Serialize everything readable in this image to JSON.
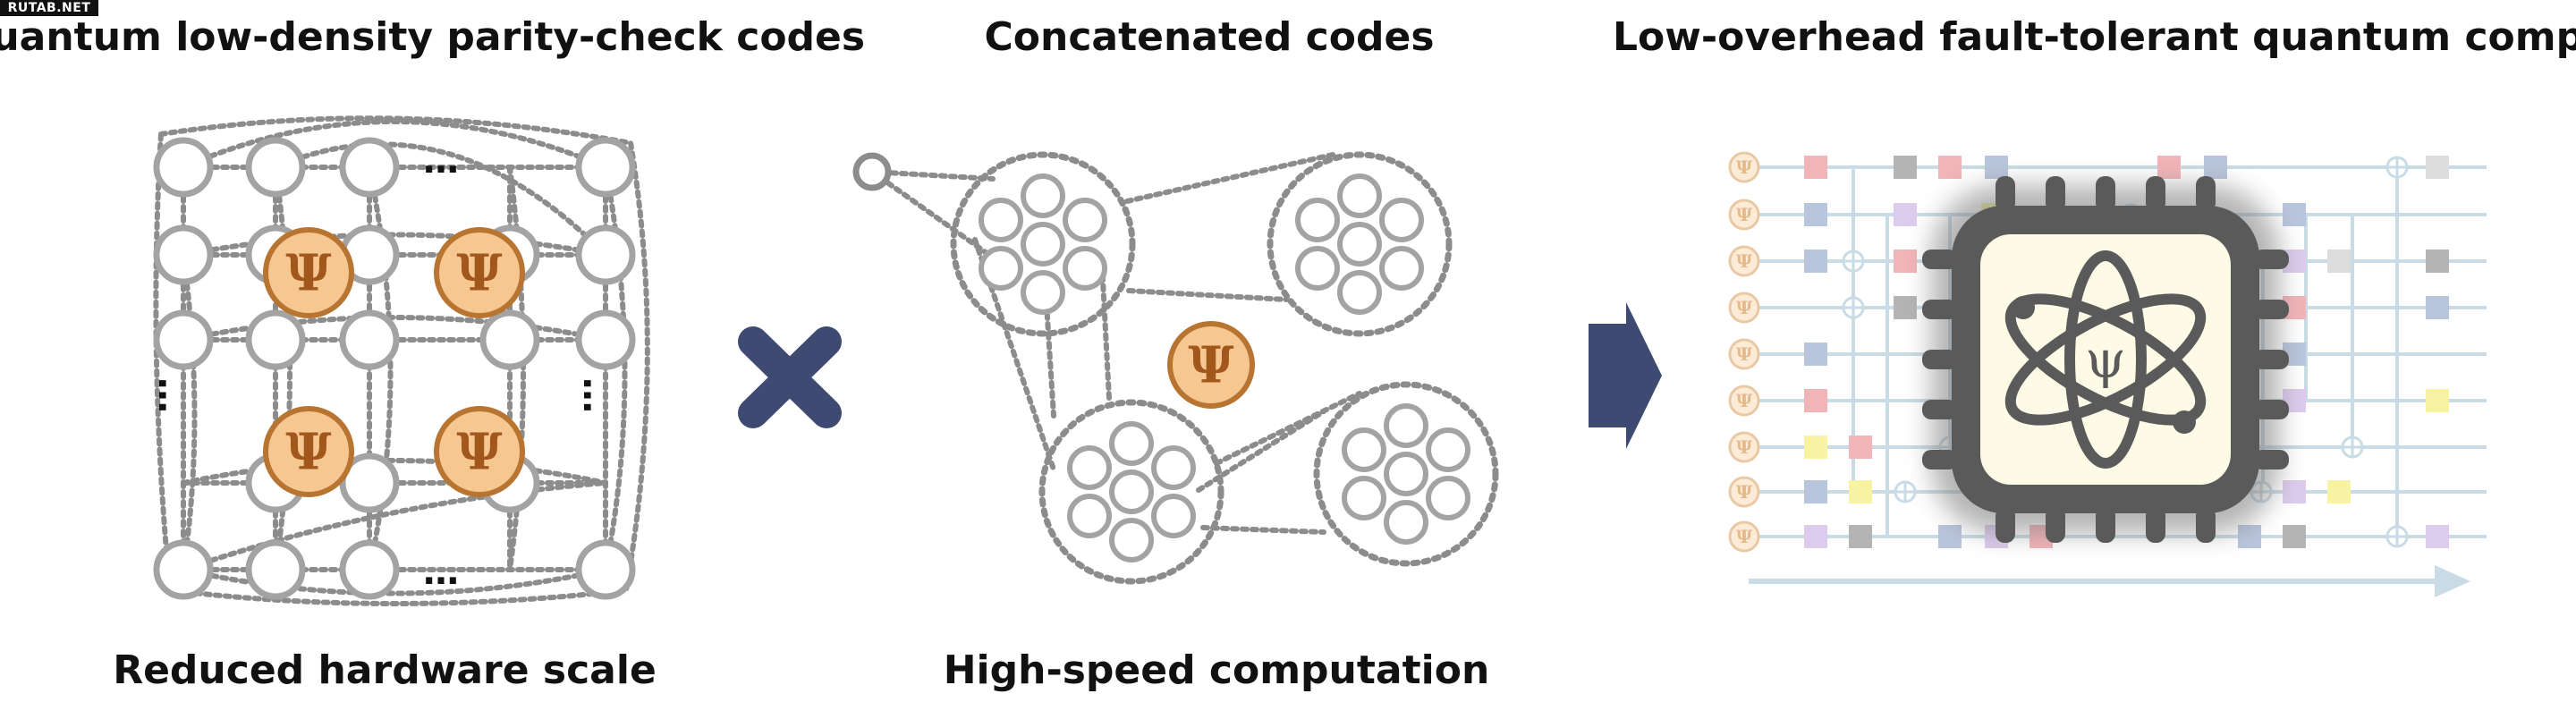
{
  "watermark": "RUTAB.NET",
  "panels": {
    "qldpc": {
      "title": "Quantum low-density parity-check codes",
      "caption": "Reduced hardware scale",
      "ellipsis": "…",
      "logical_symbol": "Ψ"
    },
    "concatenated": {
      "title": "Concatenated codes",
      "caption": "High-speed computation",
      "logical_symbol": "Ψ"
    },
    "computer": {
      "title": "Low-overhead fault-tolerant quantum computer",
      "input_symbol": "Ψ",
      "chip_symbol": "ψ"
    }
  },
  "operators": {
    "combine": "cross-icon",
    "result": "arrow-right-icon"
  },
  "colors": {
    "qubit_stroke": "#a3a3a3",
    "connection": "#8c8c8c",
    "logical_fill": "#f7c791",
    "logical_stroke": "#b87431",
    "logical_text": "#a2581d",
    "operator": "#3f4a72",
    "wire": "#c9dbe4",
    "chip_body": "#5a5a5a",
    "chip_face": "#fdfae6",
    "gate_red": "#f1b4b8",
    "gate_blue": "#b9c5dc",
    "gate_gray": "#b4b4b4",
    "gate_lilac": "#dccbec",
    "gate_yellow": "#f7f3a3",
    "gate_lightgray": "#dcdcdc"
  }
}
